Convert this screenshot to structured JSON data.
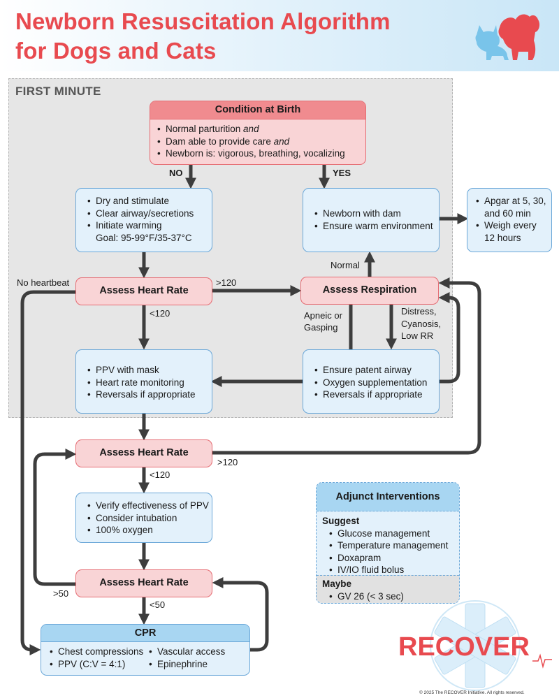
{
  "title": {
    "line1": "Newborn Resuscitation Algorithm",
    "line2": "for Dogs and Cats"
  },
  "colors": {
    "title_red": "#e84a4f",
    "pink_fill": "#f9d4d6",
    "pink_border": "#e56b72",
    "blue_fill": "#e3f1fb",
    "blue_border": "#6aa7d8",
    "arrow": "#3d3d3d",
    "panel_gray": "#e6e6e6"
  },
  "icons": {
    "logo": "dog-and-cat-silhouette-icon",
    "recover": "star-of-life-caduceus-icon"
  },
  "first_minute": "FIRST MINUTE",
  "condition": {
    "header": "Condition at Birth",
    "items": [
      "Normal parturition ",
      "Dam able to provide care ",
      "Newborn is: vigorous, breathing, vocalizing"
    ],
    "italic": [
      "and",
      "and"
    ]
  },
  "labels": {
    "no": "NO",
    "yes": "YES",
    "no_heartbeat": "No heartbeat",
    "gt120_a": ">120",
    "lt120_a": "<120",
    "normal": "Normal",
    "apneic": "Apneic or",
    "gasping": "Gasping",
    "distress": "Distress,",
    "cyanosis": "Cyanosis,",
    "low_rr": "Low RR",
    "gt120_b": ">120",
    "lt120_b": "<120",
    "gt50": ">50",
    "lt50": "<50"
  },
  "dry_box": {
    "items": [
      "Dry and stimulate",
      "Clear airway/secretions",
      "Initiate warming"
    ],
    "goal": "Goal: 95-99°F/35-37°C"
  },
  "dam_box": {
    "items": [
      "Newborn with dam",
      "Ensure warm environment"
    ]
  },
  "apgar_box": {
    "items": [
      "Apgar at 5, 30,",
      "Weigh every"
    ],
    "cont": [
      "and 60 min",
      "12 hours"
    ]
  },
  "assess_hr": "Assess Heart Rate",
  "assess_resp": "Assess Respiration",
  "ppv_box": {
    "items": [
      "PPV with mask",
      "Heart rate monitoring",
      "Reversals if appropriate"
    ]
  },
  "airway_box": {
    "items": [
      "Ensure patent airway",
      "Oxygen supplementation",
      "Reversals if appropriate"
    ]
  },
  "verify_box": {
    "items": [
      "Verify effectiveness of PPV",
      "Consider intubation",
      "100% oxygen"
    ]
  },
  "cpr": {
    "header": "CPR",
    "left": [
      "Chest compressions",
      "PPV (C:V = 4:1)"
    ],
    "right": [
      "Vascular access",
      "Epinephrine"
    ]
  },
  "adjunct": {
    "header": "Adjunct Interventions",
    "suggest_label": "Suggest",
    "suggest": [
      "Glucose management",
      "Temperature management",
      "Doxapram",
      "IV/IO fluid bolus"
    ],
    "maybe_label": "Maybe",
    "maybe": [
      "GV 26 (< 3 sec)"
    ]
  },
  "recover_logo": "RECOVER",
  "copyright": "© 2025 The RECOVER Initiative. All rights reserved."
}
